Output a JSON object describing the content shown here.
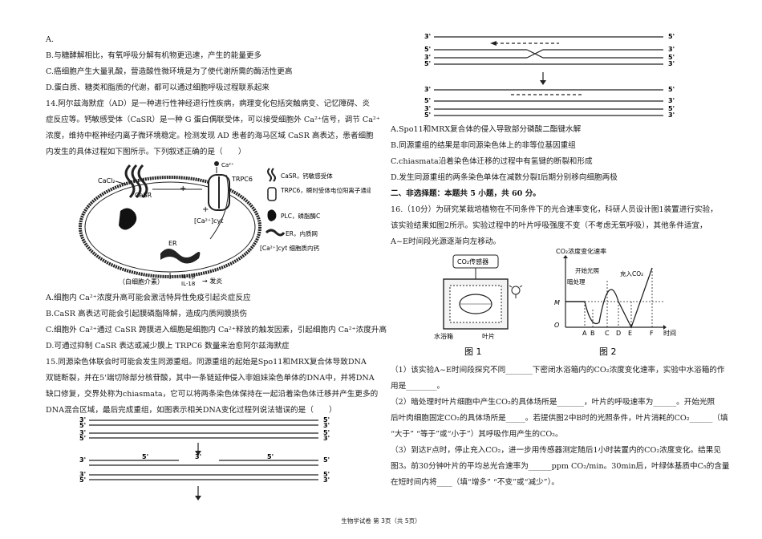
{
  "q13_options": {
    "A": "A.",
    "B": "B.与糖酵解相比，有氧呼吸分解有机物更迅速，产生的能量更多",
    "C": "C.癌细胞产生大量乳酸，营造酸性微环境是为了使代谢所需的酶活性更高",
    "D": "D.蛋白质、糖类和脂质的代谢，都可以通过细胞呼吸过程联系起来"
  },
  "q14": {
    "stem_lines": [
      "14.阿尔兹海默症（AD）是一种进行性神经退行性疾病，病理变化包括突触病变、记忆障碍、炎",
      "症反应等。钙敏感受体（CaSR）是一种 G 蛋白偶联受体，可以接受细胞外 Ca²⁺信号，调节 Ca²⁺",
      "浓度，维持中枢神经内离子微环境稳定。检测发现 AD 患者的海马区域 CaSR 高表达，患者细胞",
      "内发生的具体过程如下图所示。下列叙述正确的是（　　）"
    ],
    "figure": {
      "ca_ion": "Ca²⁺",
      "cacl2": "CaCl₂",
      "casr": "CaSR",
      "trpc6": "TRPC6",
      "plc": "PLC",
      "er": "ER",
      "ca_cyt": "[Ca²⁺]cyt",
      "plus1": "+",
      "plus2": "+",
      "il1b": "IL-1β",
      "il18": "IL-18",
      "microglia": "（白细胞介素）",
      "inflammation": "→ 发炎",
      "legend": [
        "CaSR，钙敏感受体",
        "TRPC6，瞬时受体电位阳离子通道6",
        "PLC，磷脂酶C",
        "ER，内质网",
        "[Ca²⁺]cyt 细胞质内钙"
      ]
    },
    "options": {
      "A": "A.细胞内 Ca²⁺浓度升高可能会激活特异性免疫引起炎症反应",
      "B": "B.CaSR 高表达可能会引起膜磷脂降解，造成内质网膜损伤",
      "C": "C.细胞外 Ca²⁺通过 CaSR 跨膜进入细胞是细胞内 Ca²⁺释放的触发因素，引起细胞内 Ca²⁺浓度升高",
      "D": "D.可通过抑制 CaSR 表达或减少膜上 TRPC6 数量来治愈阿尔兹海默症"
    }
  },
  "q15": {
    "stem_lines": [
      "15.同源染色体联会时可能会发生同源重组。同源重组的起始是Spo11和MRX复合体导致DNA",
      "双链断裂，并在5'端切除部分核苷酸，其中一条链延伸侵入非姐妹染色单体的DNA中，并将DNA",
      "缺口修复，交界处称为chiasmata，它可以将两条染色体保持在一起沿着染色体迁移并产生更多的",
      "DNA混合区域，最后完成重组，如图表示相关DNA变化过程列说法错误的是（　　）"
    ],
    "figure_labels": {
      "p3": "3'",
      "p5": "5'"
    },
    "options": {
      "A": "A.Spo11和MRX复合体的侵入导致部分磷酸二酯键水解",
      "B": "B.同源重组的结果是非同源染色体上的非等位基因重组",
      "C": "C.chiasmata沿着染色体迁移的过程中有氢键的断裂和形成",
      "D": "D.发生同源重组的两条染色单体在减数分裂I后期分别移向细胞两极"
    }
  },
  "section2": "二、非选择题：本题共 5 小题，共 60 分。",
  "q16": {
    "stem_lines": [
      "16.（10分）为研究某栽培植物在不同条件下的光合速率变化，科研人员设计图1装置进行实验，",
      "该实验结果如图2所示。实验过程中的叶片呼吸强度不变（不考虑无氧呼吸），其他条件适宜，",
      "A~E时间段光源逐渐向左移动。"
    ],
    "fig1": {
      "sensor": "CO₂传感器",
      "water_bath": "水浴箱",
      "leaf": "叶片",
      "caption": "图 1"
    },
    "fig2": {
      "ylabel": "CO₂浓度变化速率",
      "dark": "暗处理",
      "light_on": "开始光照",
      "co2_in": "充入CO₂",
      "m": "M",
      "o": "O",
      "ticks": [
        "A",
        "B",
        "C",
        "D",
        "E",
        "F"
      ],
      "xlabel": "时间",
      "caption": "图 2"
    },
    "sub_lines": [
      "（1）该实验A~E时间段探究不同_______下密闭水浴箱内的CO₂浓度变化速率，实验中水浴箱的作",
      "用是________。",
      "（2）暗处理时叶片细胞中产生CO₂的具体场所是_______，叶片的呼吸速率为______。开始光照",
      "后叶肉细胞固定CO₂的具体场所是_____。若提供图2中B时的光照条件，叶片消耗的CO₂______（填",
      "“大于” “等于”或“小于”）其呼吸作用产生的CO₂。",
      "（3）到达F点时，停止充入CO₂，进一步用传感器测定随后1小时装置内的CO₂浓度变化。结果见",
      "图3。前30分钟叶片的平均总光合速率为______ppm CO₂/min。30min后，叶绿体基质中C₅的含量",
      "在短时间内将____（填“增多” “不变”或“减少”）。"
    ]
  },
  "footer": "生物学试卷  第 3页（共 5页）"
}
